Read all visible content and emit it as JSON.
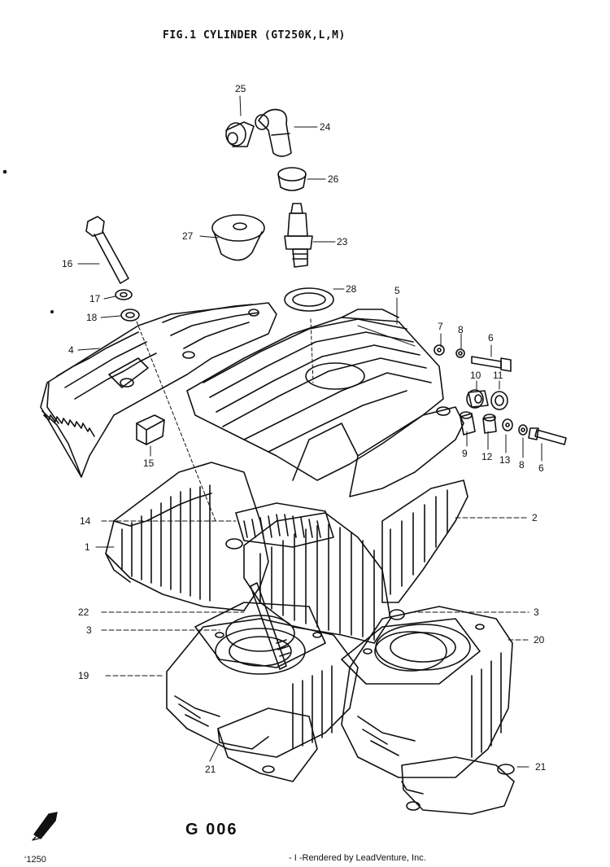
{
  "title": "FIG.1  CYLINDER (GT250K,L,M)",
  "figure_code": "G 006",
  "footer_left": "‘1250",
  "footer_right": "- I -Rendered by LeadVenture, Inc.",
  "callouts": [
    {
      "id": "c25",
      "text": "25"
    },
    {
      "id": "c24",
      "text": "24"
    },
    {
      "id": "c26",
      "text": "26"
    },
    {
      "id": "c27",
      "text": "27"
    },
    {
      "id": "c23",
      "text": "23"
    },
    {
      "id": "c16",
      "text": "16"
    },
    {
      "id": "c28",
      "text": "28"
    },
    {
      "id": "c17",
      "text": "17"
    },
    {
      "id": "c18",
      "text": "18"
    },
    {
      "id": "c5",
      "text": "5"
    },
    {
      "id": "c7",
      "text": "7"
    },
    {
      "id": "c8a",
      "text": "8"
    },
    {
      "id": "c6a",
      "text": "6"
    },
    {
      "id": "c4",
      "text": "4"
    },
    {
      "id": "c10",
      "text": "10"
    },
    {
      "id": "c11",
      "text": "11"
    },
    {
      "id": "c15",
      "text": "15"
    },
    {
      "id": "c9",
      "text": "9"
    },
    {
      "id": "c12",
      "text": "12"
    },
    {
      "id": "c13",
      "text": "13"
    },
    {
      "id": "c8b",
      "text": "8"
    },
    {
      "id": "c6b",
      "text": "6"
    },
    {
      "id": "c14",
      "text": "14"
    },
    {
      "id": "c2",
      "text": "2"
    },
    {
      "id": "c1",
      "text": "1"
    },
    {
      "id": "c22",
      "text": "22"
    },
    {
      "id": "c3a",
      "text": "3"
    },
    {
      "id": "c3b",
      "text": "3"
    },
    {
      "id": "c20",
      "text": "20"
    },
    {
      "id": "c19",
      "text": "19"
    },
    {
      "id": "c21a",
      "text": "21"
    },
    {
      "id": "c21b",
      "text": "21"
    }
  ]
}
